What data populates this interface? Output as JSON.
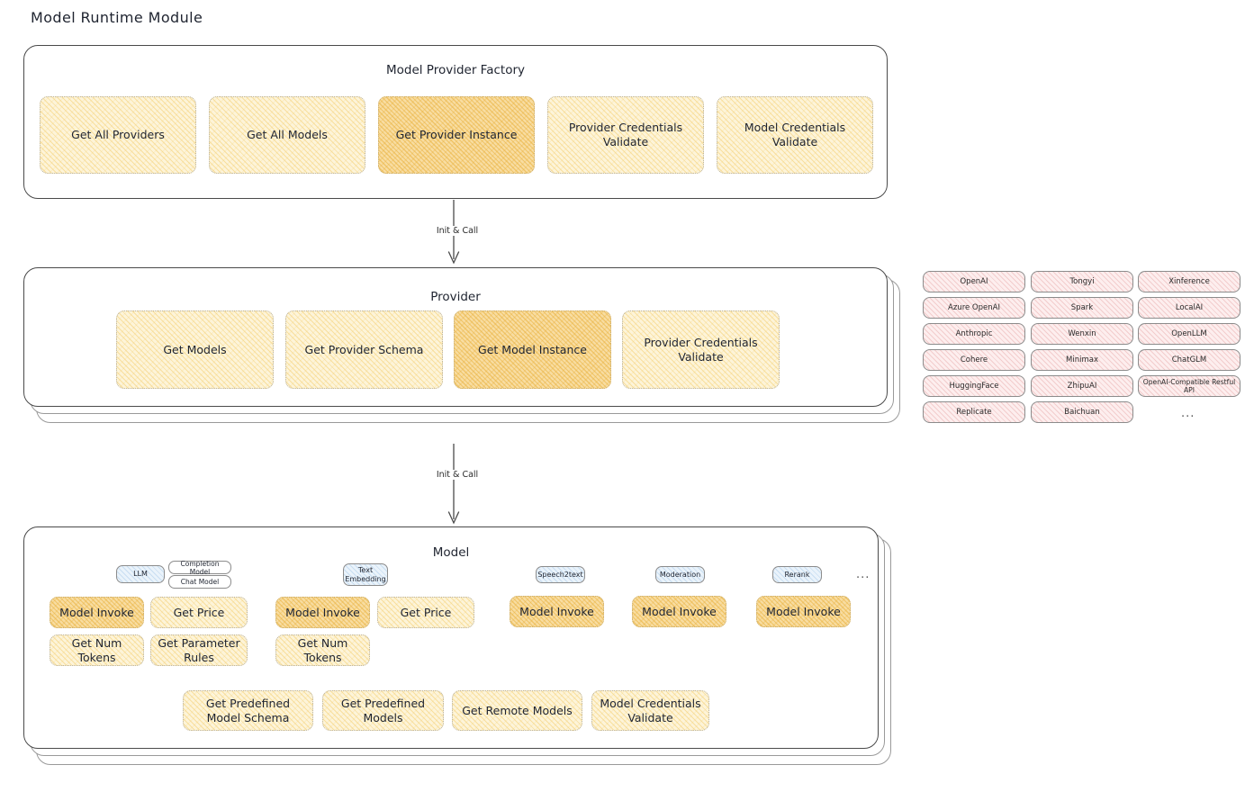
{
  "page": {
    "title": "Model Runtime Module"
  },
  "arrows": {
    "init_call_1": "Init & Call",
    "init_call_2": "Init & Call"
  },
  "panels": {
    "factory": {
      "title": "Model Provider Factory",
      "boxes": [
        {
          "label": "Get All Providers",
          "highlight": false
        },
        {
          "label": "Get All Models",
          "highlight": false
        },
        {
          "label": "Get Provider Instance",
          "highlight": true
        },
        {
          "label": "Provider Credentials Validate",
          "highlight": false
        },
        {
          "label": "Model Credentials Validate",
          "highlight": false
        }
      ]
    },
    "provider": {
      "title": "Provider",
      "boxes": [
        {
          "label": "Get Models",
          "highlight": false
        },
        {
          "label": "Get Provider Schema",
          "highlight": false
        },
        {
          "label": "Get Model Instance",
          "highlight": true
        },
        {
          "label": "Provider Credentials Validate",
          "highlight": false
        }
      ]
    },
    "model": {
      "title": "Model",
      "ellipsis": "...",
      "types": [
        {
          "name": "LLM",
          "subtypes": [
            "Completion Model",
            "Chat Model"
          ],
          "methods": [
            {
              "label": "Model Invoke",
              "highlight": true
            },
            {
              "label": "Get Price",
              "highlight": false
            },
            {
              "label": "Get Num Tokens",
              "highlight": false
            },
            {
              "label": "Get Parameter Rules",
              "highlight": false
            }
          ]
        },
        {
          "name": "Text Embedding",
          "subtypes": [],
          "methods": [
            {
              "label": "Model Invoke",
              "highlight": true
            },
            {
              "label": "Get Price",
              "highlight": false
            },
            {
              "label": "Get Num Tokens",
              "highlight": false
            }
          ]
        },
        {
          "name": "Speech2text",
          "subtypes": [],
          "methods": [
            {
              "label": "Model Invoke",
              "highlight": true
            }
          ]
        },
        {
          "name": "Moderation",
          "subtypes": [],
          "methods": [
            {
              "label": "Model Invoke",
              "highlight": true
            }
          ]
        },
        {
          "name": "Rerank",
          "subtypes": [],
          "methods": [
            {
              "label": "Model Invoke",
              "highlight": true
            }
          ]
        }
      ],
      "shared_methods": [
        {
          "label": "Get Predefined Model Schema"
        },
        {
          "label": "Get Predefined Models"
        },
        {
          "label": "Get Remote Models"
        },
        {
          "label": "Model Credentials Validate"
        }
      ]
    }
  },
  "provider_list": {
    "ellipsis": "...",
    "columns": [
      {
        "items": [
          "OpenAI",
          "Azure OpenAI",
          "Anthropic",
          "Cohere",
          "HuggingFace",
          "Replicate"
        ]
      },
      {
        "items": [
          "Tongyi",
          "Spark",
          "Wenxin",
          "Minimax",
          "ZhipuAI",
          "Baichuan"
        ]
      },
      {
        "items": [
          "Xinference",
          "LocalAI",
          "OpenLLM",
          "ChatGLM",
          "OpenAI-Compatible Restful API"
        ]
      }
    ]
  },
  "colors": {
    "box_fill": "#fdf4d9",
    "box_fill_highlight": "#f8dda2",
    "chip_fill": "#fdeeee",
    "pill_blue_fill": "#eaf3fb",
    "panel_border": "#4a4a4a"
  }
}
